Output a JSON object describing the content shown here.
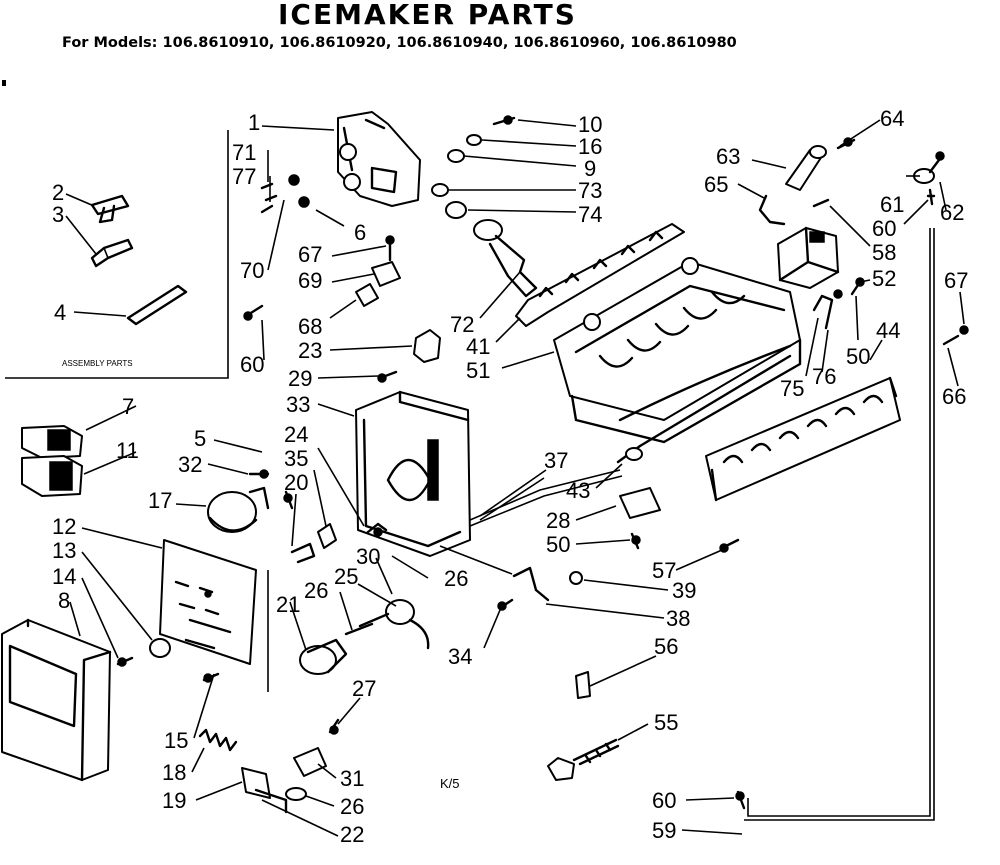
{
  "title": "ICEMAKER PARTS",
  "subtitle": "For Models: 106.8610910, 106.8610920, 106.8610940, 106.8610960, 106.8610980",
  "inset_caption": "ASSEMBLY PARTS",
  "page_mark": "K/5",
  "part_labels": {
    "p1": "1",
    "p2": "2",
    "p3": "3",
    "p4": "4",
    "p5": "5",
    "p6": "6",
    "p7": "7",
    "p8": "8",
    "p9": "9",
    "p10": "10",
    "p11": "11",
    "p12": "12",
    "p13": "13",
    "p14": "14",
    "p15": "15",
    "p16": "16",
    "p17": "17",
    "p18": "18",
    "p19": "19",
    "p20": "20",
    "p21": "21",
    "p22": "22",
    "p23": "23",
    "p24": "24",
    "p25": "25",
    "p26a": "26",
    "p26b": "26",
    "p26c": "26",
    "p27": "27",
    "p28": "28",
    "p29": "29",
    "p30": "30",
    "p31": "31",
    "p32": "32",
    "p33": "33",
    "p34": "34",
    "p35": "35",
    "p37": "37",
    "p38": "38",
    "p39": "39",
    "p41": "41",
    "p43": "43",
    "p44": "44",
    "p50a": "50",
    "p50b": "50",
    "p51": "51",
    "p52": "52",
    "p55": "55",
    "p56": "56",
    "p57": "57",
    "p58": "58",
    "p59": "59",
    "p60a": "60",
    "p60b": "60",
    "p60c": "60",
    "p61": "61",
    "p62": "62",
    "p63": "63",
    "p64": "64",
    "p65": "65",
    "p66": "66",
    "p67a": "67",
    "p67b": "67",
    "p68": "68",
    "p69": "69",
    "p70": "70",
    "p71": "71",
    "p72": "72",
    "p73": "73",
    "p74": "74",
    "p75": "75",
    "p76": "76",
    "p77": "77"
  }
}
